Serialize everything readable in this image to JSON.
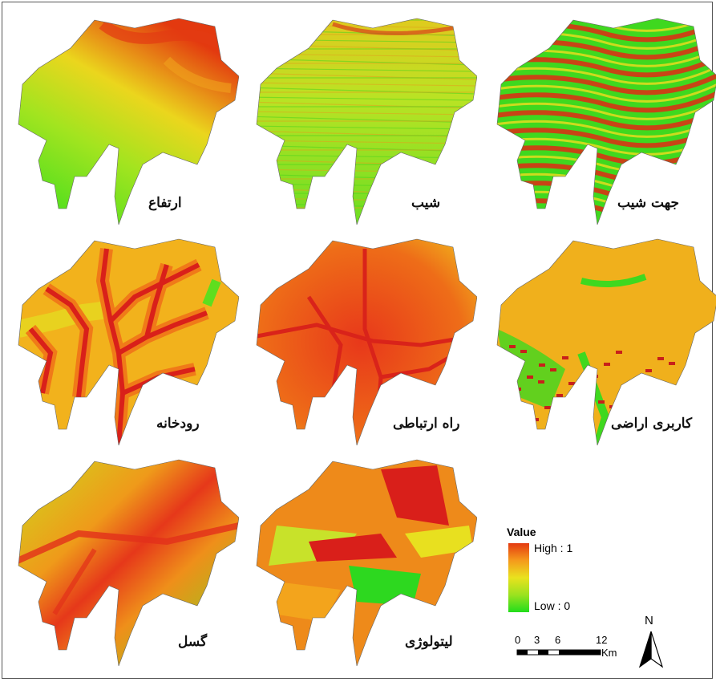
{
  "panels": [
    {
      "id": "elevation",
      "label": "ارتفاع",
      "style": "elevation"
    },
    {
      "id": "slope",
      "label": "شیب",
      "style": "slope"
    },
    {
      "id": "aspect",
      "label": "جهت شیب",
      "style": "aspect"
    },
    {
      "id": "river",
      "label": "رودخانه",
      "style": "river"
    },
    {
      "id": "road",
      "label": "راه ارتباطی",
      "style": "road"
    },
    {
      "id": "landuse",
      "label": "کاربری اراضی",
      "style": "landuse"
    },
    {
      "id": "fault",
      "label": "گسل",
      "style": "fault"
    },
    {
      "id": "lithology",
      "label": "لیتولوژی",
      "style": "lithology"
    }
  ],
  "legend": {
    "title": "Value",
    "high": "High : 1",
    "low": "Low : 0",
    "colors": [
      "#e43a11",
      "#f59a1c",
      "#e9e21e",
      "#9be21f",
      "#22dd1c"
    ]
  },
  "scale_bar": {
    "ticks": [
      "0",
      "3",
      "6",
      "12"
    ],
    "unit": "Km"
  },
  "north_arrow": {
    "letter": "N"
  }
}
